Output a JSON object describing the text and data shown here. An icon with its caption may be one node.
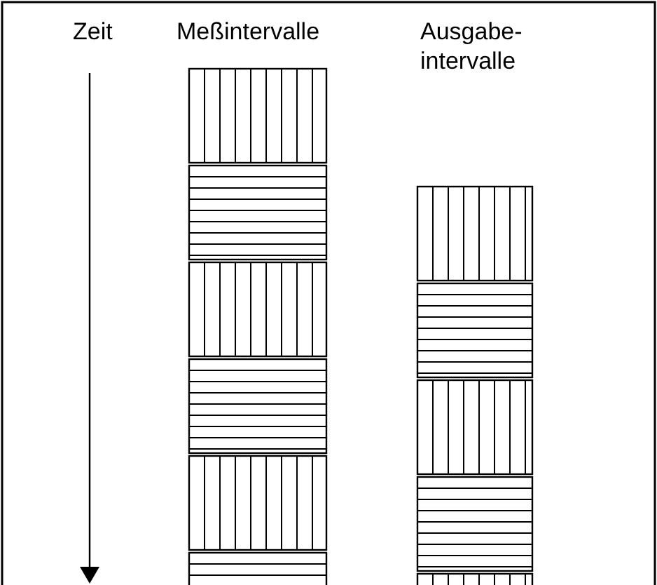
{
  "diagram": {
    "labels": [
      "Zeit",
      "Meßintervalle",
      "Ausgabe- intervalle"
    ]
  }
}
